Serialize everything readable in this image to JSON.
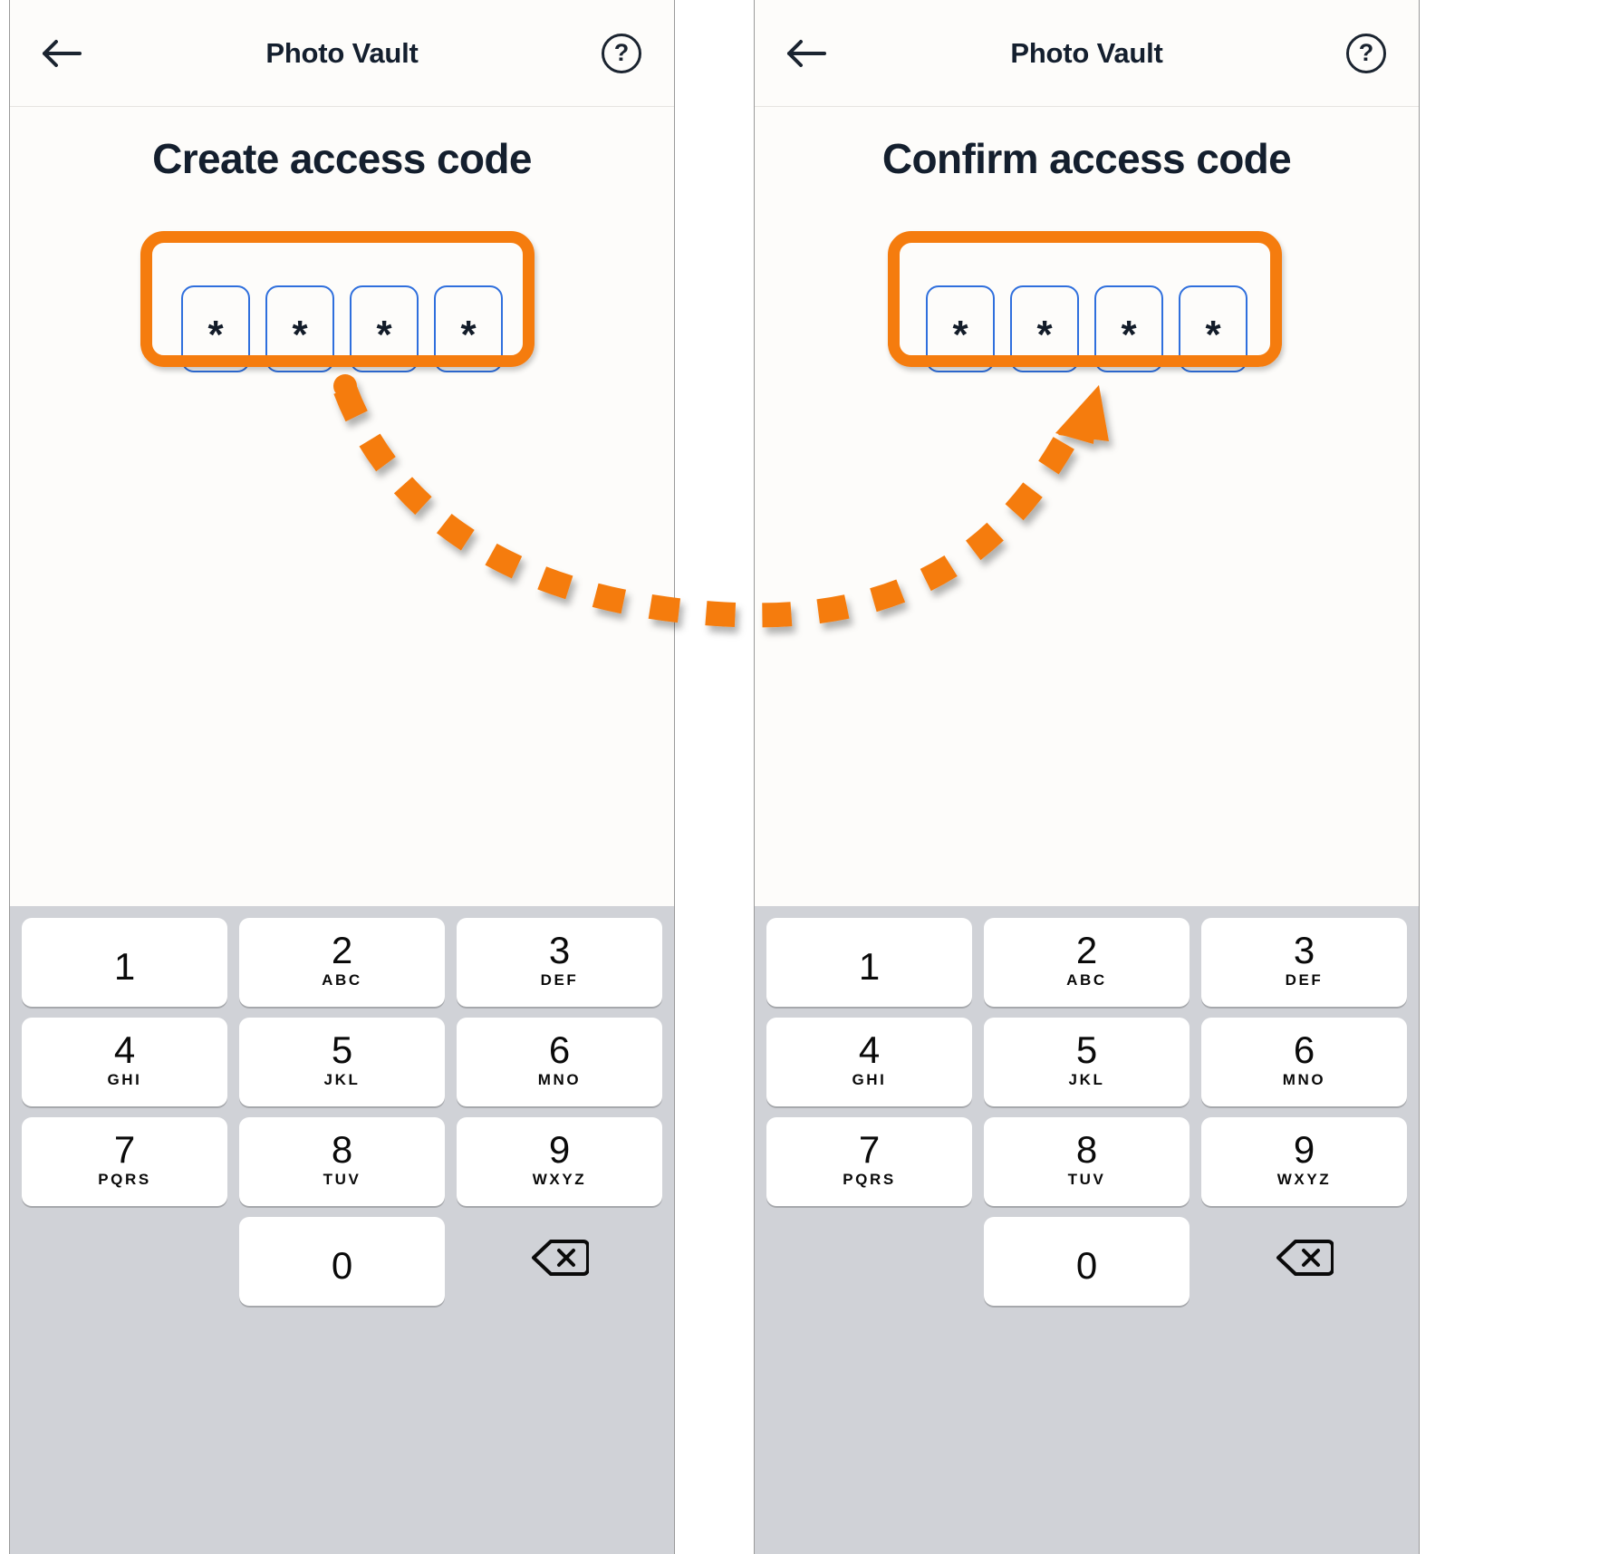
{
  "accent": {
    "annotation_orange": "#f57c0e",
    "pin_border_blue": "#2f6fdd",
    "text_dark": "#141f2e",
    "keypad_bg": "#d0d2d7",
    "screen_bg": "#fdfcfa"
  },
  "panels": [
    {
      "id": "create",
      "appbar": {
        "back_icon": "arrow-left-icon",
        "title": "Photo Vault",
        "help_label": "?"
      },
      "page_title": "Create access code",
      "pin": {
        "length": 4,
        "masked_char": "*",
        "cells": [
          "*",
          "*",
          "*",
          "*"
        ]
      },
      "keypad": {
        "rows": [
          [
            {
              "num": "1",
              "letters": ""
            },
            {
              "num": "2",
              "letters": "ABC"
            },
            {
              "num": "3",
              "letters": "DEF"
            }
          ],
          [
            {
              "num": "4",
              "letters": "GHI"
            },
            {
              "num": "5",
              "letters": "JKL"
            },
            {
              "num": "6",
              "letters": "MNO"
            }
          ],
          [
            {
              "num": "7",
              "letters": "PQRS"
            },
            {
              "num": "8",
              "letters": "TUV"
            },
            {
              "num": "9",
              "letters": "WXYZ"
            }
          ]
        ],
        "last_row": {
          "blank": "",
          "zero": "0",
          "backspace_icon": "backspace-delete-icon"
        }
      }
    },
    {
      "id": "confirm",
      "appbar": {
        "back_icon": "arrow-left-icon",
        "title": "Photo Vault",
        "help_label": "?"
      },
      "page_title": "Confirm access code",
      "pin": {
        "length": 4,
        "masked_char": "*",
        "cells": [
          "*",
          "*",
          "*",
          "*"
        ]
      },
      "keypad": {
        "rows": [
          [
            {
              "num": "1",
              "letters": ""
            },
            {
              "num": "2",
              "letters": "ABC"
            },
            {
              "num": "3",
              "letters": "DEF"
            }
          ],
          [
            {
              "num": "4",
              "letters": "GHI"
            },
            {
              "num": "5",
              "letters": "JKL"
            },
            {
              "num": "6",
              "letters": "MNO"
            }
          ],
          [
            {
              "num": "7",
              "letters": "PQRS"
            },
            {
              "num": "8",
              "letters": "TUV"
            },
            {
              "num": "9",
              "letters": "WXYZ"
            }
          ]
        ],
        "last_row": {
          "blank": "",
          "zero": "0",
          "backspace_icon": "backspace-delete-icon"
        }
      }
    }
  ],
  "annotation": {
    "type": "dashed-curved-arrow",
    "from": "create-access-code-pin-field",
    "to": "confirm-access-code-pin-field",
    "color": "#f57c0e",
    "highlight_boxes": 2
  }
}
